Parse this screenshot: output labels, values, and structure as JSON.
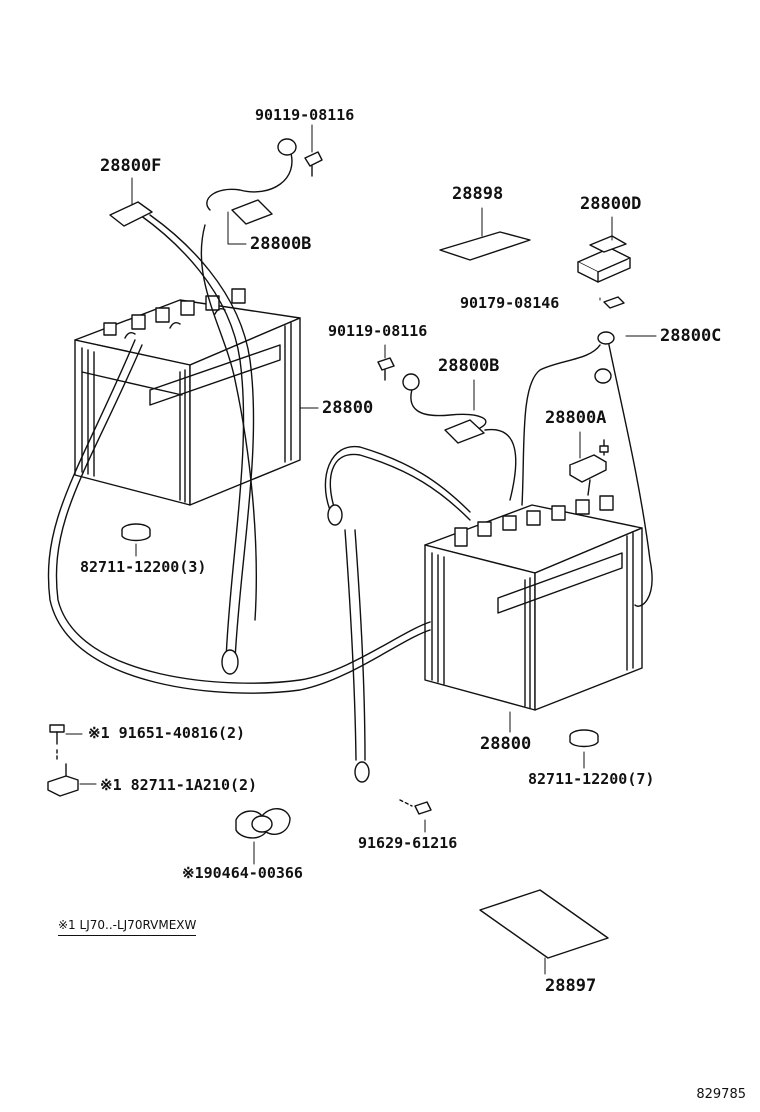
{
  "labels": {
    "bolt_top": "90119-08116",
    "cable_f": "28800F",
    "cable_b_top": "28800B",
    "label_28898": "28898",
    "cover_d": "28800D",
    "nut": "90179-08146",
    "cable_c": "28800C",
    "bolt_mid": "90119-08116",
    "cable_b_mid": "28800B",
    "battery_left": "28800",
    "clamp_a": "28800A",
    "clamp_left": "82711-12200(3)",
    "bolt_flange": "91651-40816(2)",
    "bracket": "82711-1A210(2)",
    "battery_right": "28800",
    "clamp_right": "82711-12200(7)",
    "screw": "91629-61216",
    "clamp_cable": "90464-00366",
    "label_28897": "28897"
  },
  "marks": {
    "bolt_flange": "※1",
    "bracket": "※1",
    "clamp_cable": "※1"
  },
  "note": "※1 LJ70..-LJ70RVMEXW",
  "diagram_id": "829785"
}
